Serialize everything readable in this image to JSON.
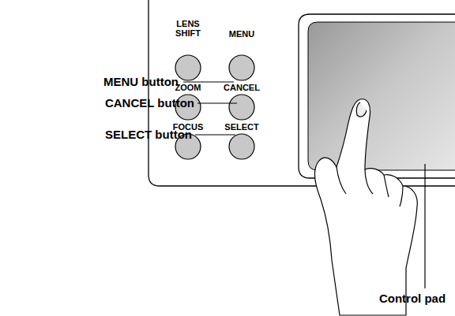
{
  "diagram": {
    "labels": [
      "LENS SHIFT",
      "MENU",
      "ZOOM",
      "CANCEL",
      "FOCUS",
      "SELECT",
      "MENU button",
      "CANCEL button",
      "SELECT button",
      "Control pad"
    ]
  }
}
